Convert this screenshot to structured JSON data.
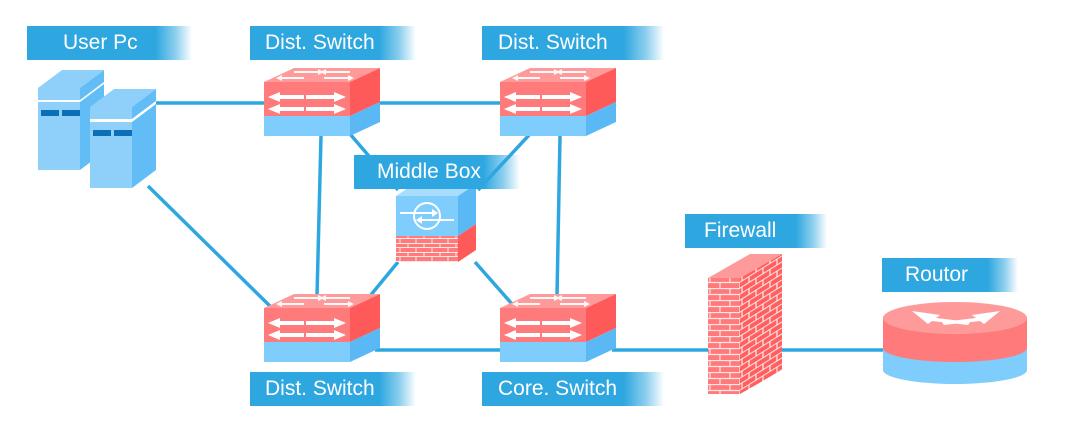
{
  "diagram": {
    "title": "Network topology",
    "colors": {
      "label_bg": "#2ea7e0",
      "label_text": "#ffffff",
      "link": "#2ea7e0",
      "device_red_top": "#ff8a8a",
      "device_red_front": "#ff7b7b",
      "device_red_side": "#ff5a5a",
      "device_blue": "#7fcdfd",
      "device_blue_side": "#5ab8f5",
      "pc_front": "#8fd0fb",
      "pc_side": "#62bdf6",
      "pc_slot": "#0b6fb8"
    },
    "nodes": [
      {
        "id": "user-pc",
        "type": "pc",
        "label": "User Pc"
      },
      {
        "id": "dist-switch-top-left",
        "type": "switch",
        "label": "Dist. Switch"
      },
      {
        "id": "dist-switch-top-right",
        "type": "switch",
        "label": "Dist. Switch"
      },
      {
        "id": "middle-box",
        "type": "middlebox",
        "label": "Middle Box"
      },
      {
        "id": "dist-switch-bottom",
        "type": "switch",
        "label": "Dist. Switch"
      },
      {
        "id": "core-switch",
        "type": "switch",
        "label": "Core. Switch"
      },
      {
        "id": "firewall",
        "type": "firewall",
        "label": "Firewall"
      },
      {
        "id": "router",
        "type": "router",
        "label": "Routor"
      }
    ],
    "links": [
      {
        "from": "user-pc",
        "to": "dist-switch-top-left"
      },
      {
        "from": "user-pc",
        "to": "dist-switch-bottom"
      },
      {
        "from": "dist-switch-top-left",
        "to": "dist-switch-top-right"
      },
      {
        "from": "dist-switch-top-left",
        "to": "dist-switch-bottom"
      },
      {
        "from": "dist-switch-top-left",
        "to": "middle-box"
      },
      {
        "from": "dist-switch-top-right",
        "to": "middle-box"
      },
      {
        "from": "dist-switch-top-right",
        "to": "core-switch"
      },
      {
        "from": "middle-box",
        "to": "dist-switch-bottom"
      },
      {
        "from": "middle-box",
        "to": "core-switch"
      },
      {
        "from": "dist-switch-bottom",
        "to": "core-switch"
      },
      {
        "from": "core-switch",
        "to": "firewall"
      },
      {
        "from": "firewall",
        "to": "router"
      }
    ]
  }
}
